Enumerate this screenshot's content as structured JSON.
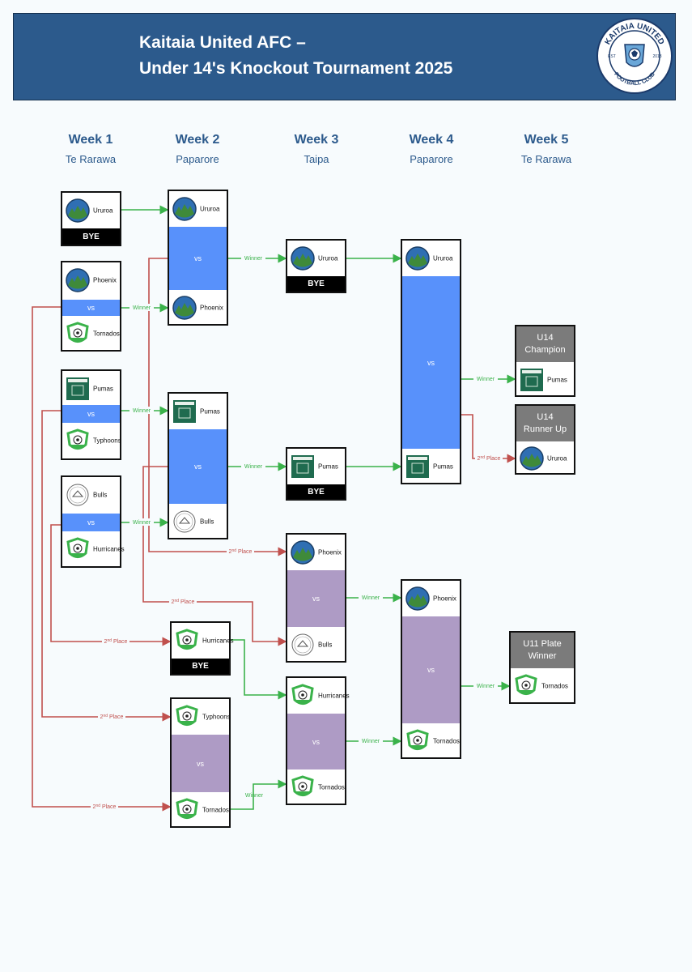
{
  "header": {
    "title_line1": "Kaitaia United AFC –",
    "title_line2": "Under 14's Knockout Tournament 2025",
    "logo": {
      "text_top": "KAITAIA UNITED",
      "text_bottom": "FOOTBALL CLUB",
      "est": "EST",
      "year": "2018",
      "icon": "football-crest-icon"
    }
  },
  "weeks": [
    {
      "name": "Week 1",
      "venue": "Te Rarawa"
    },
    {
      "name": "Week 2",
      "venue": "Paparore"
    },
    {
      "name": "Week 3",
      "venue": "Taipa"
    },
    {
      "name": "Week 4",
      "venue": "Paparore"
    },
    {
      "name": "Week 5",
      "venue": "Te Rarawa"
    }
  ],
  "labels": {
    "vs": "vs",
    "bye": "BYE",
    "winner": "Winner",
    "second": "2",
    "second_suffix": "nd",
    "place": " Place"
  },
  "awards": {
    "champion": [
      "U14",
      "Champion"
    ],
    "runner_up": [
      "U14",
      "Runner Up"
    ],
    "plate": [
      "U11 Plate",
      "Winner"
    ]
  },
  "teams": {
    "ururoa": "Ururoa",
    "phoenix": "Phoenix",
    "tornados": "Tornados",
    "pumas": "Pumas",
    "typhoons": "Typhoons",
    "bulls": "Bulls",
    "hurricanes": "Hurricanes"
  },
  "colors": {
    "header": "#2c5a8c",
    "blue_vs": "#5891fb",
    "purple_vs": "#ae9bc5",
    "winner_line": "#3ab24a",
    "second_line": "#c0504d"
  }
}
